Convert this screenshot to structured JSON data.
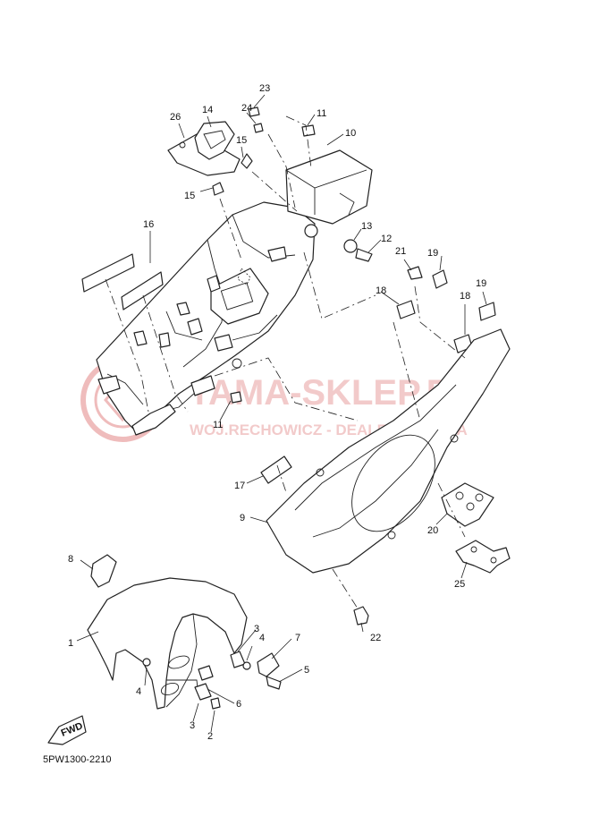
{
  "diagram": {
    "reference_code": "5PW1300-2210",
    "fwd_label": "FWD",
    "watermark": {
      "title": "YAMA-SKLEP.PL",
      "subtitle": "WOJ.RECHOWICZ - DEALER YAMAHA",
      "color": "#e8a0a0"
    },
    "callouts": [
      {
        "id": "c1",
        "text": "1"
      },
      {
        "id": "c2",
        "text": "2"
      },
      {
        "id": "c3a",
        "text": "3"
      },
      {
        "id": "c3b",
        "text": "3"
      },
      {
        "id": "c4a",
        "text": "4"
      },
      {
        "id": "c4b",
        "text": "4"
      },
      {
        "id": "c5",
        "text": "5"
      },
      {
        "id": "c6",
        "text": "6"
      },
      {
        "id": "c7",
        "text": "7"
      },
      {
        "id": "c8",
        "text": "8"
      },
      {
        "id": "c9",
        "text": "9"
      },
      {
        "id": "c10",
        "text": "10"
      },
      {
        "id": "c11a",
        "text": "11"
      },
      {
        "id": "c11b",
        "text": "11"
      },
      {
        "id": "c12",
        "text": "12"
      },
      {
        "id": "c13",
        "text": "13"
      },
      {
        "id": "c14",
        "text": "14"
      },
      {
        "id": "c15a",
        "text": "15"
      },
      {
        "id": "c15b",
        "text": "15"
      },
      {
        "id": "c16",
        "text": "16"
      },
      {
        "id": "c17",
        "text": "17"
      },
      {
        "id": "c18a",
        "text": "18"
      },
      {
        "id": "c18b",
        "text": "18"
      },
      {
        "id": "c19a",
        "text": "19"
      },
      {
        "id": "c19b",
        "text": "19"
      },
      {
        "id": "c20",
        "text": "20"
      },
      {
        "id": "c21",
        "text": "21"
      },
      {
        "id": "c22",
        "text": "22"
      },
      {
        "id": "c23",
        "text": "23"
      },
      {
        "id": "c24",
        "text": "24"
      },
      {
        "id": "c25",
        "text": "25"
      },
      {
        "id": "c26",
        "text": "26"
      }
    ]
  }
}
